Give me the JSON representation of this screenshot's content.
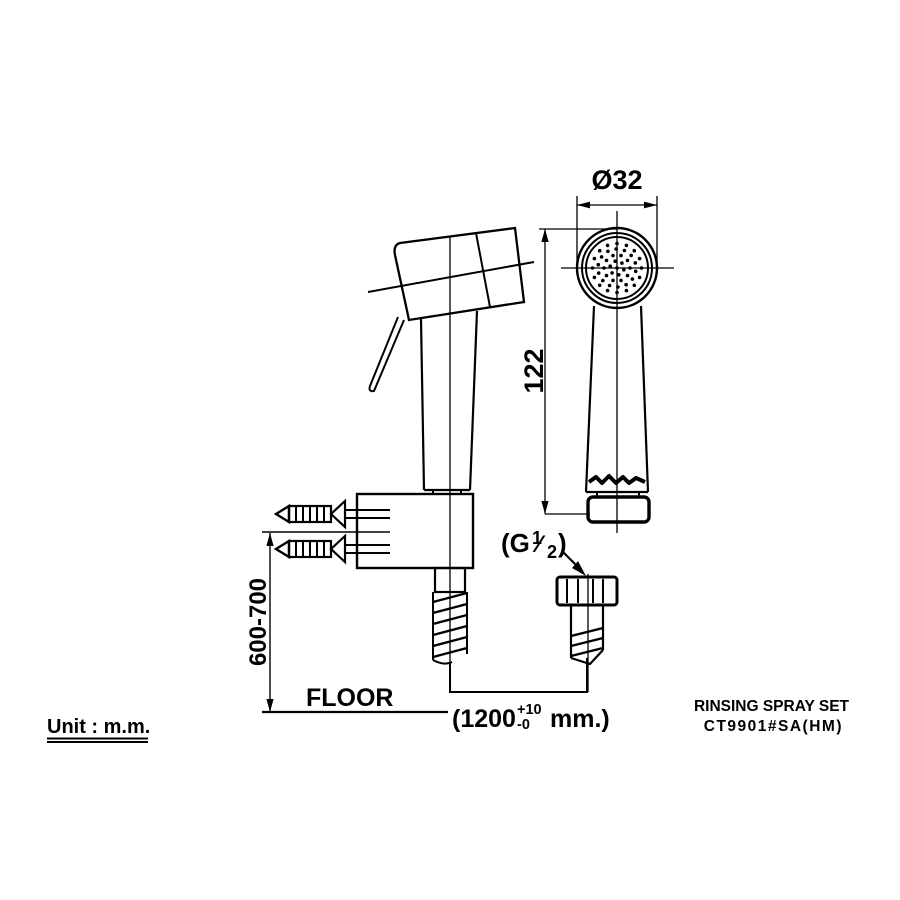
{
  "drawing": {
    "colors": {
      "line": "#000000",
      "background": "#ffffff"
    },
    "dimensions": {
      "head_diameter": "Ø32",
      "head_length": "122",
      "thread": {
        "open": "(G",
        "numerator": "1",
        "slash": "⁄",
        "denominator": "2",
        "close": ")"
      },
      "mount_height": "600-700",
      "floor_label": "FLOOR",
      "hose": {
        "open": "(1200",
        "tol_plus": "+10",
        "tol_minus": "-0",
        "close": "mm.)"
      }
    },
    "footer": {
      "unit_label": "Unit : m.m."
    },
    "product": {
      "name": "RINSING SPRAY SET",
      "code": "CT9901#SA(HM)"
    }
  }
}
